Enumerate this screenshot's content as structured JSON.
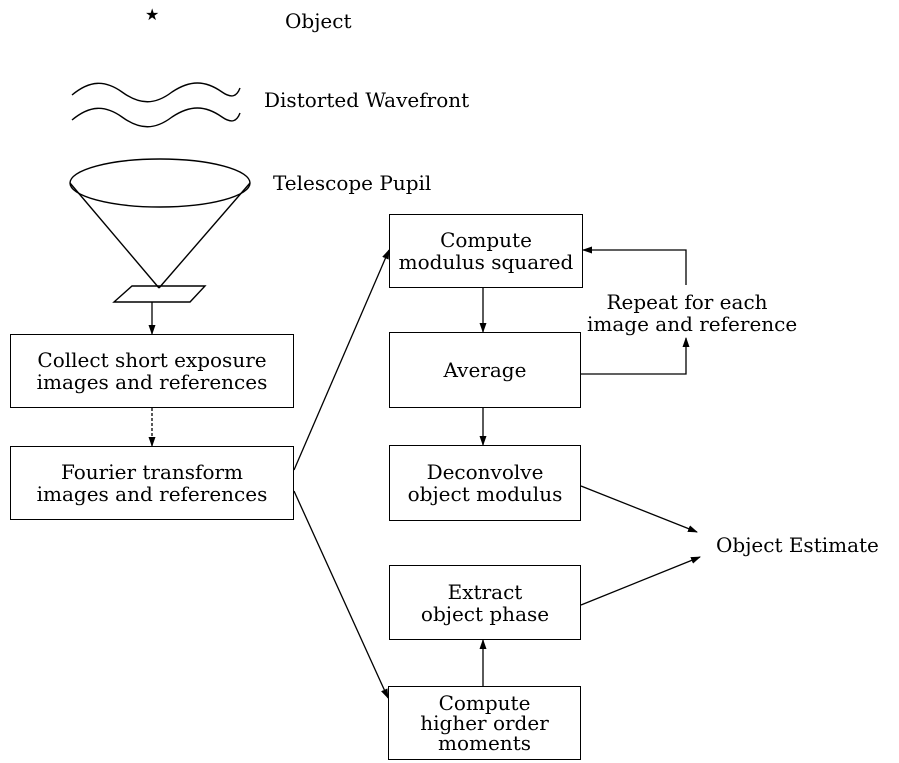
{
  "labels": {
    "star": "★",
    "object": "Object",
    "distorted_wavefront": "Distorted Wavefront",
    "telescope_pupil": "Telescope Pupil",
    "repeat_line1": "Repeat for each",
    "repeat_line2": "image and reference",
    "object_estimate": "Object Estimate"
  },
  "boxes": {
    "collect": {
      "line1": "Collect short exposure",
      "line2": "images and references"
    },
    "fourier": {
      "line1": "Fourier transform",
      "line2": "images and references"
    },
    "modulus": {
      "line1": "Compute",
      "line2": "modulus squared"
    },
    "average": {
      "line1": "Average"
    },
    "deconvolve": {
      "line1": "Deconvolve",
      "line2": "object modulus"
    },
    "extract": {
      "line1": "Extract",
      "line2": "object phase"
    },
    "moments": {
      "line1": "Compute",
      "line2": "higher order",
      "line3": "moments"
    }
  }
}
